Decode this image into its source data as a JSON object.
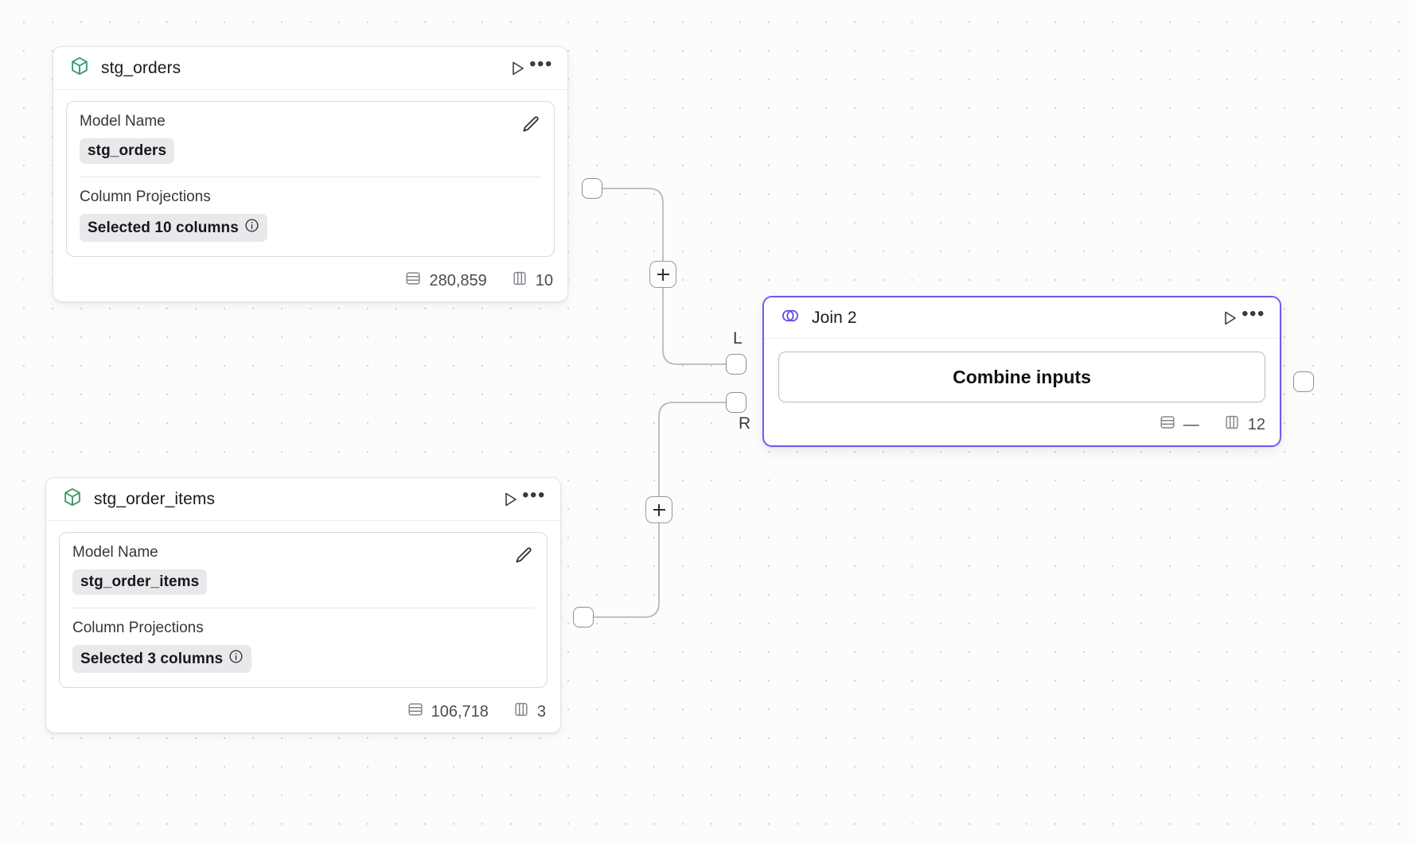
{
  "canvas": {
    "background_color": "#fcfcfc",
    "dot_color": "#d2d2d5",
    "accent_color": "#6b5cf0",
    "model_icon_color": "#3f9e6f"
  },
  "nodes": [
    {
      "id": "stg_orders",
      "type": "model",
      "icon": "cube-icon",
      "title": "stg_orders",
      "fields": [
        {
          "label": "Model Name",
          "value": "stg_orders",
          "has_edit": true
        },
        {
          "label": "Column Projections",
          "value": "Selected 10 columns",
          "has_info": true
        }
      ],
      "footer": {
        "rows_icon": "rows-icon",
        "rows": "280,859",
        "cols_icon": "columns-icon",
        "cols": "10"
      },
      "actions": {
        "run": "run-icon",
        "menu": "more-options-icon"
      }
    },
    {
      "id": "stg_order_items",
      "type": "model",
      "icon": "cube-icon",
      "title": "stg_order_items",
      "fields": [
        {
          "label": "Model Name",
          "value": "stg_order_items",
          "has_edit": true
        },
        {
          "label": "Column Projections",
          "value": "Selected 3 columns",
          "has_info": true
        }
      ],
      "footer": {
        "rows_icon": "rows-icon",
        "rows": "106,718",
        "cols_icon": "columns-icon",
        "cols": "3"
      },
      "actions": {
        "run": "run-icon",
        "menu": "more-options-icon"
      }
    },
    {
      "id": "join_2",
      "type": "join",
      "icon": "venn-icon",
      "title": "Join 2",
      "selected": true,
      "button_label": "Combine inputs",
      "input_ports": [
        {
          "label": "L"
        },
        {
          "label": "R"
        }
      ],
      "footer": {
        "rows_icon": "rows-icon",
        "rows": "—",
        "cols_icon": "columns-icon",
        "cols": "12"
      },
      "actions": {
        "run": "run-icon",
        "menu": "more-options-icon"
      }
    }
  ],
  "edges": [
    {
      "from": "stg_orders",
      "to": "join_2",
      "to_port": "L",
      "add_button": "+"
    },
    {
      "from": "stg_order_items",
      "to": "join_2",
      "to_port": "R",
      "add_button": "+"
    }
  ]
}
